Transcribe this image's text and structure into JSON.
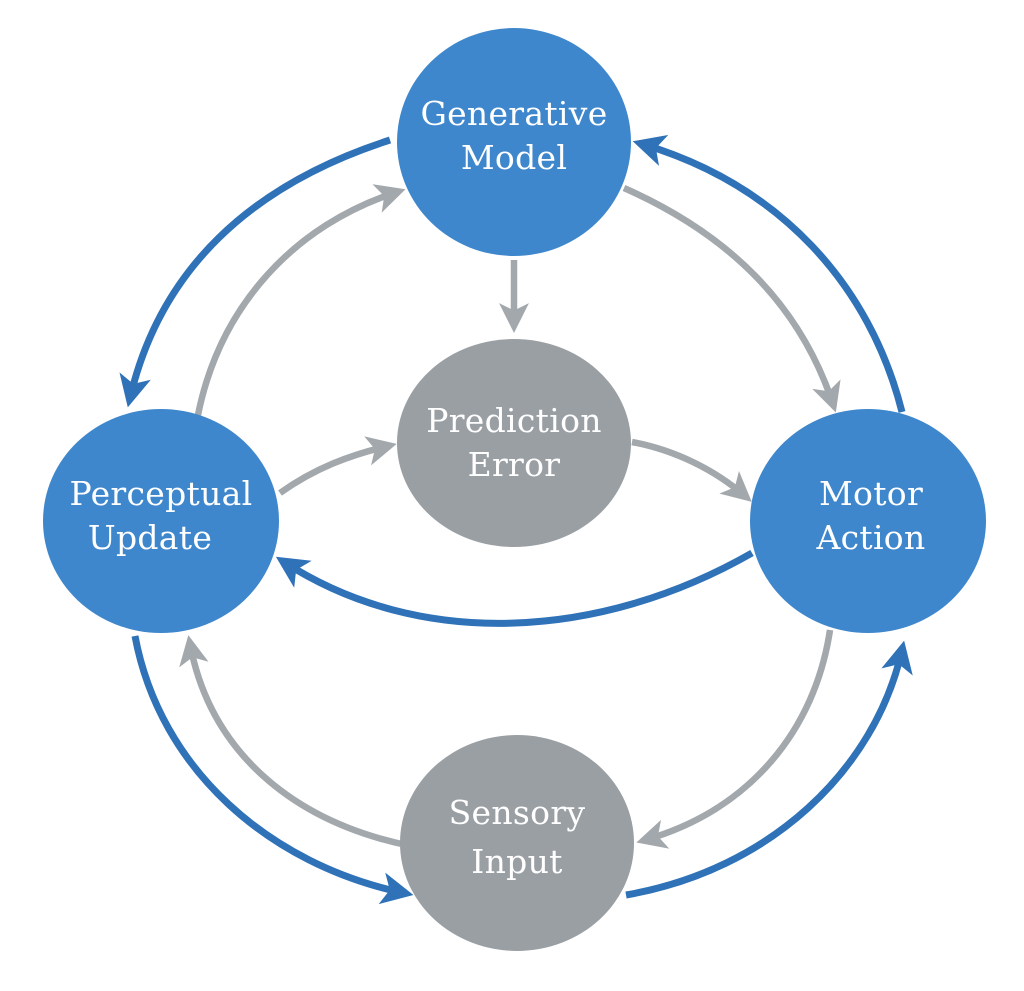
{
  "colors": {
    "blue_node": "#3f87cc",
    "gray_node": "#9a9fa4",
    "blue_arrow": "#2f72b8",
    "gray_arrow": "#a3a8ad",
    "label_text": "#ffffff"
  },
  "nodes": {
    "generative_model": {
      "line1": "Generative",
      "line2": "Model"
    },
    "prediction_error": {
      "line1": "Prediction",
      "line2": "Error"
    },
    "perceptual_update": {
      "line1": "Perceptual",
      "line2": "Update"
    },
    "motor_action": {
      "line1": "Motor",
      "line2": "Action"
    },
    "sensory_input": {
      "line1": "Sensory",
      "line2": "Input"
    }
  },
  "edges": [
    {
      "from": "generative_model",
      "to": "perceptual_update",
      "style": "blue"
    },
    {
      "from": "perceptual_update",
      "to": "generative_model",
      "style": "gray"
    },
    {
      "from": "generative_model",
      "to": "prediction_error",
      "style": "gray"
    },
    {
      "from": "generative_model",
      "to": "motor_action",
      "style": "gray"
    },
    {
      "from": "motor_action",
      "to": "generative_model",
      "style": "blue"
    },
    {
      "from": "perceptual_update",
      "to": "prediction_error",
      "style": "gray"
    },
    {
      "from": "prediction_error",
      "to": "motor_action",
      "style": "gray"
    },
    {
      "from": "motor_action",
      "to": "perceptual_update",
      "style": "blue"
    },
    {
      "from": "perceptual_update",
      "to": "sensory_input",
      "style": "blue"
    },
    {
      "from": "sensory_input",
      "to": "perceptual_update",
      "style": "gray"
    },
    {
      "from": "sensory_input",
      "to": "motor_action",
      "style": "blue"
    },
    {
      "from": "motor_action",
      "to": "sensory_input",
      "style": "gray"
    }
  ]
}
